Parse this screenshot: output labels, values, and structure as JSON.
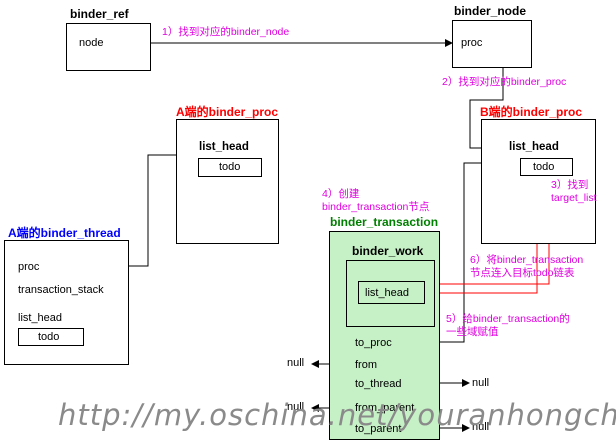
{
  "binder_ref": {
    "title": "binder_ref",
    "node": "node"
  },
  "binder_node": {
    "title": "binder_node",
    "proc": "proc"
  },
  "a_proc": {
    "title_prefix": "A端的",
    "title_name": "binder_proc",
    "list_head": "list_head",
    "todo": "todo"
  },
  "b_proc": {
    "title_prefix": "B端的",
    "title_name": "binder_proc",
    "list_head": "list_head",
    "todo": "todo"
  },
  "a_thread": {
    "title_prefix": "A端的",
    "title_name": "binder_thread",
    "proc": "proc",
    "transaction_stack": "transaction_stack",
    "list_head": "list_head",
    "todo": "todo"
  },
  "transaction": {
    "title": "binder_transaction",
    "work_title": "binder_work",
    "work_list_head": "list_head",
    "to_proc": "to_proc",
    "from": "from",
    "to_thread": "to_thread",
    "from_parent": "from_parent",
    "to_parent": "to_parent"
  },
  "nulls": {
    "from": "null",
    "to_thread": "null",
    "from_parent": "null",
    "to_parent": "null"
  },
  "notes": {
    "n1": "1）找到对应的binder_node",
    "n2": "2）找到对应的binder_proc",
    "n3a": "3）找到",
    "n3b": "target_list",
    "n4a": "4）创建",
    "n4b": "binder_transaction节点",
    "n5a": "5）给binder_transaction的",
    "n5b": "一些域赋值",
    "n6a": "6）将binder_transaction",
    "n6b": "节点连入目标todo链表"
  },
  "watermark": "http://my.oschina.net/youranhongcha",
  "colors": {
    "note": "#e000e0",
    "red": "#ff0000",
    "blue": "#0000ff",
    "green": "#008000",
    "txn_fill": "#c6f0c6"
  }
}
